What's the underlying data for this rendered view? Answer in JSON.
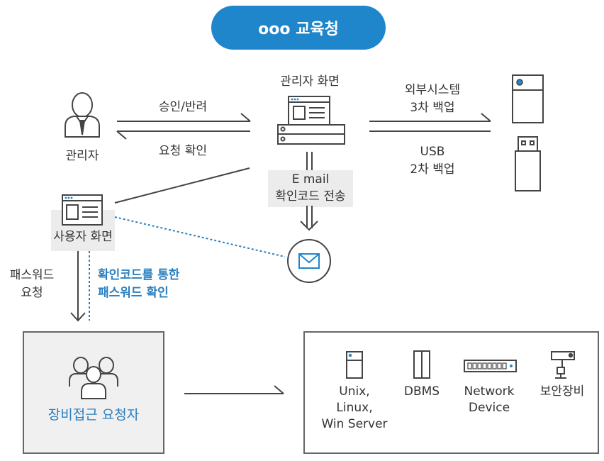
{
  "title": "ooo 교육청",
  "admin_label": "관리자",
  "admin_screen_label": "관리자 화면",
  "approve_label": "승인/반려",
  "request_confirm_label": "요청 확인",
  "external_backup": {
    "line1": "외부시스템",
    "line2": "3차 백업"
  },
  "usb_backup": {
    "line1": "USB",
    "line2": "2차 백업"
  },
  "email_send": {
    "line1": "E mail",
    "line2": "확인코드 전송"
  },
  "user_screen_label": "사용자 화면",
  "password_request": {
    "line1": "패스워드",
    "line2": "요청"
  },
  "password_confirm": {
    "line1": "확인코드를 통한",
    "line2": "패스워드 확인"
  },
  "requester_label": "장비접근 요청자",
  "equipment": [
    {
      "lines": [
        "Unix,",
        "Linux,",
        "Win Server"
      ]
    },
    {
      "lines": [
        "DBMS"
      ]
    },
    {
      "lines": [
        "Network",
        "Device"
      ]
    },
    {
      "lines": [
        "보안장비"
      ]
    }
  ],
  "colors": {
    "accent": "#1f86cb",
    "stroke": "#444444",
    "text": "#333333",
    "shade": "#ececec"
  }
}
